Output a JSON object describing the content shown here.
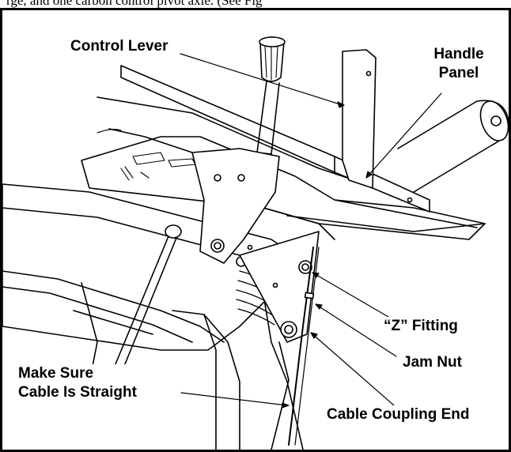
{
  "caption": "rge, and one carbon control pivot axle. (See Fig",
  "labels": {
    "control_lever": "Control Lever",
    "handle_panel": [
      "Handle",
      "Panel"
    ],
    "z_fitting": "“Z” Fitting",
    "jam_nut": "Jam Nut",
    "cable_straight": [
      "Make Sure",
      "Cable Is Straight"
    ],
    "cable_coupling": "Cable Coupling End"
  },
  "colors": {
    "line": "#000000",
    "background": "#ffffff"
  }
}
